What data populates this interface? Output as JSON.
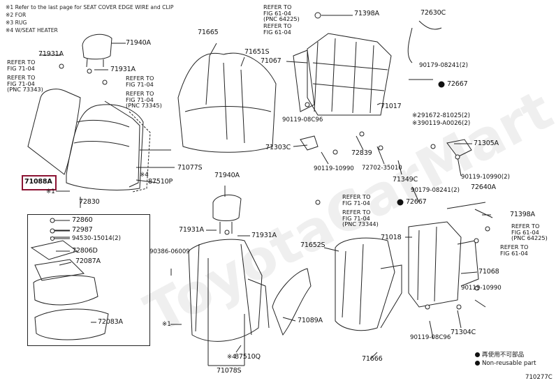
{
  "notes": [
    "※1 Refer to the last page for SEAT COVER EDGE WIRE and CLIP",
    "※2 FOR",
    "※3 RUG",
    "※4 W/SEAT HEATER"
  ],
  "watermark": "ToyotaCarMart.ru",
  "figure_id": "710277C",
  "legend": {
    "dot_label_jp": "再使用不可部品",
    "dot_label_en": "Non-reusable part"
  },
  "parts": {
    "p71940A_top": "71940A",
    "p71931A_l": "71931A",
    "p71931A_r": "71931A",
    "p71665": "71665",
    "p71651S": "71651S",
    "p71067": "71067",
    "p71398A_top": "71398A",
    "p72630C": "72630C",
    "p90179_top": "90179-08241(2)",
    "p72667_top": "72667",
    "p71017": "71017",
    "p91672": "91672-81025(2)",
    "p90119_26": "90119-A0026(2)",
    "p90119_08C96_top": "90119-08C96",
    "p71303C": "71303C",
    "p72839": "72839",
    "p71305A": "71305A",
    "p90119_10990_top": "90119-10990",
    "p72702": "72702-35010",
    "p71349C": "71349C",
    "p90119_10990_2": "90119-10990(2)",
    "p71077S": "71077S",
    "p87510P": "87510P",
    "p71088A": "71088A",
    "p72830": "72830",
    "p71940A_mid": "71940A",
    "p90179_mid": "90179-08241(2)",
    "p72640A": "72640A",
    "p72667_mid": "72667",
    "p71398A_mid": "71398A",
    "p72860": "72860",
    "p72987": "72987",
    "p94530": "94530-15014(2)",
    "p72806D": "72806D",
    "p72087A": "72087A",
    "p72083A": "72083A",
    "p90386": "90386-06009",
    "p71931A_m1": "71931A",
    "p71931A_m2": "71931A",
    "p71652S": "71652S",
    "p71018": "71018",
    "p71068": "71068",
    "p90119_10990_3": "90119-10990",
    "p71089A": "71089A",
    "p71304C": "71304C",
    "p90119_08C96_bot": "90119-08C96",
    "p87510Q": "87510Q",
    "p71078S": "71078S",
    "p71666": "71666"
  },
  "refs": {
    "ref_61_04_top": "REFER TO\nFIG 61-04\n(PNC 64225)",
    "ref_61_04_top2": "REFER TO\nFIG 61-04",
    "ref_71_04_a": "REFER TO\nFIG 71-04",
    "ref_71_04_b": "REFER TO\nFIG 71-04\n(PNC 73343)",
    "ref_71_04_c": "REFER TO\nFIG 71-04",
    "ref_71_04_d": "REFER TO\nFIG 71-04\n(PNC 73345)",
    "ref_71_04_e": "REFER TO\nFIG 71-04",
    "ref_71_04_f": "REFER TO\nFIG 71-04\n(PNC 73344)",
    "ref_61_04_mid": "REFER TO\nFIG 61-04\n(PNC 64225)",
    "ref_61_04_mid2": "REFER TO\nFIG 61-04"
  },
  "marks": {
    "x1_a": "※1",
    "x1_b": "※1",
    "x4_a": "※4",
    "x4_b": "※4",
    "x2": "※2",
    "x3": "※3"
  }
}
